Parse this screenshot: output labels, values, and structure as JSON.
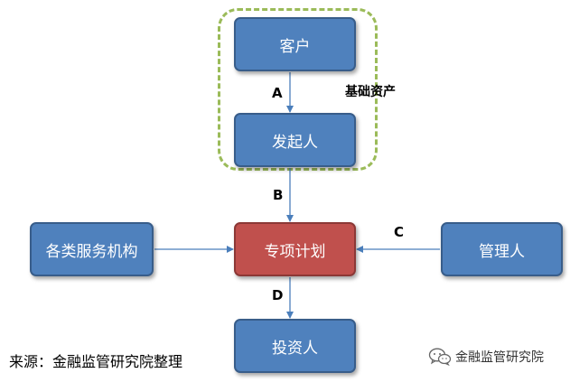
{
  "nodes": {
    "client": "客户",
    "sponsor": "发起人",
    "plan": "专项计划",
    "investor": "投资人",
    "services": "各类服务机构",
    "manager": "管理人"
  },
  "edge_labels": {
    "a": "A",
    "b": "B",
    "c": "C",
    "d": "D"
  },
  "group_label": "基础资产",
  "source_note": "来源：金融监管研究院整理",
  "watermark": {
    "text": "金融监管研究院",
    "icon": "wechat-icon"
  },
  "colors": {
    "node_blue": "#4f81bd",
    "node_red": "#c0504d",
    "group_dash": "#9bbb59",
    "arrow": "#4a7ebb"
  }
}
